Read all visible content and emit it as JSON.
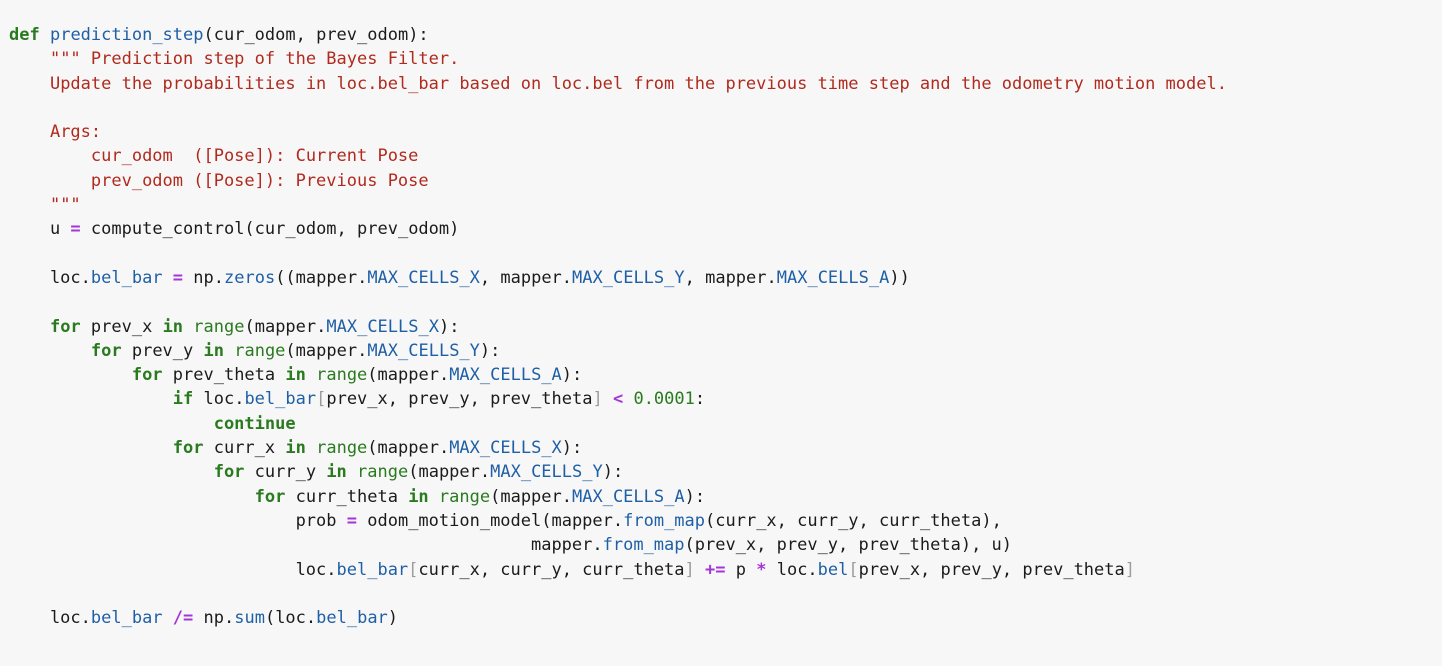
{
  "code": {
    "lines": [
      [
        {
          "t": "def",
          "c": "kw"
        },
        {
          "t": " ",
          "c": "text"
        },
        {
          "t": "prediction_step",
          "c": "def"
        },
        {
          "t": "(cur_odom, prev_odom):",
          "c": "text"
        }
      ],
      [
        {
          "t": "    ",
          "c": "text"
        },
        {
          "t": "\"\"\" Prediction step of the Bayes Filter.",
          "c": "str"
        }
      ],
      [
        {
          "t": "    ",
          "c": "text"
        },
        {
          "t": "Update the probabilities in loc.bel_bar based on loc.bel from the previous time step and the odometry motion model.",
          "c": "str"
        }
      ],
      [],
      [
        {
          "t": "    ",
          "c": "text"
        },
        {
          "t": "Args:",
          "c": "str"
        }
      ],
      [
        {
          "t": "        ",
          "c": "text"
        },
        {
          "t": "cur_odom  ([Pose]): Current Pose",
          "c": "str"
        }
      ],
      [
        {
          "t": "        ",
          "c": "text"
        },
        {
          "t": "prev_odom ([Pose]): Previous Pose",
          "c": "str"
        }
      ],
      [
        {
          "t": "    ",
          "c": "text"
        },
        {
          "t": "\"\"\"",
          "c": "str"
        }
      ],
      [
        {
          "t": "    u ",
          "c": "text"
        },
        {
          "t": "=",
          "c": "op"
        },
        {
          "t": " compute_control(cur_odom, prev_odom)",
          "c": "text"
        }
      ],
      [],
      [
        {
          "t": "    loc.",
          "c": "text"
        },
        {
          "t": "bel_bar",
          "c": "attr"
        },
        {
          "t": " ",
          "c": "text"
        },
        {
          "t": "=",
          "c": "op"
        },
        {
          "t": " np.",
          "c": "text"
        },
        {
          "t": "zeros",
          "c": "attr"
        },
        {
          "t": "((mapper.",
          "c": "text"
        },
        {
          "t": "MAX_CELLS_X",
          "c": "attr"
        },
        {
          "t": ", mapper.",
          "c": "text"
        },
        {
          "t": "MAX_CELLS_Y",
          "c": "attr"
        },
        {
          "t": ", mapper.",
          "c": "text"
        },
        {
          "t": "MAX_CELLS_A",
          "c": "attr"
        },
        {
          "t": "))",
          "c": "text"
        }
      ],
      [],
      [
        {
          "t": "    ",
          "c": "text"
        },
        {
          "t": "for",
          "c": "kw"
        },
        {
          "t": " prev_x ",
          "c": "text"
        },
        {
          "t": "in",
          "c": "kw"
        },
        {
          "t": " ",
          "c": "text"
        },
        {
          "t": "range",
          "c": "builtin"
        },
        {
          "t": "(mapper.",
          "c": "text"
        },
        {
          "t": "MAX_CELLS_X",
          "c": "attr"
        },
        {
          "t": "):",
          "c": "text"
        }
      ],
      [
        {
          "t": "        ",
          "c": "text"
        },
        {
          "t": "for",
          "c": "kw"
        },
        {
          "t": " prev_y ",
          "c": "text"
        },
        {
          "t": "in",
          "c": "kw"
        },
        {
          "t": " ",
          "c": "text"
        },
        {
          "t": "range",
          "c": "builtin"
        },
        {
          "t": "(mapper.",
          "c": "text"
        },
        {
          "t": "MAX_CELLS_Y",
          "c": "attr"
        },
        {
          "t": "):",
          "c": "text"
        }
      ],
      [
        {
          "t": "            ",
          "c": "text"
        },
        {
          "t": "for",
          "c": "kw"
        },
        {
          "t": " prev_theta ",
          "c": "text"
        },
        {
          "t": "in",
          "c": "kw"
        },
        {
          "t": " ",
          "c": "text"
        },
        {
          "t": "range",
          "c": "builtin"
        },
        {
          "t": "(mapper.",
          "c": "text"
        },
        {
          "t": "MAX_CELLS_A",
          "c": "attr"
        },
        {
          "t": "):",
          "c": "text"
        }
      ],
      [
        {
          "t": "                ",
          "c": "text"
        },
        {
          "t": "if",
          "c": "kw"
        },
        {
          "t": " loc.",
          "c": "text"
        },
        {
          "t": "bel_bar",
          "c": "attr"
        },
        {
          "t": "[",
          "c": "brk"
        },
        {
          "t": "prev_x, prev_y, prev_theta",
          "c": "text"
        },
        {
          "t": "]",
          "c": "brk"
        },
        {
          "t": " ",
          "c": "text"
        },
        {
          "t": "<",
          "c": "op"
        },
        {
          "t": " ",
          "c": "text"
        },
        {
          "t": "0.0001",
          "c": "num"
        },
        {
          "t": ":",
          "c": "text"
        }
      ],
      [
        {
          "t": "                    ",
          "c": "text"
        },
        {
          "t": "continue",
          "c": "kw"
        }
      ],
      [
        {
          "t": "                ",
          "c": "text"
        },
        {
          "t": "for",
          "c": "kw"
        },
        {
          "t": " curr_x ",
          "c": "text"
        },
        {
          "t": "in",
          "c": "kw"
        },
        {
          "t": " ",
          "c": "text"
        },
        {
          "t": "range",
          "c": "builtin"
        },
        {
          "t": "(mapper.",
          "c": "text"
        },
        {
          "t": "MAX_CELLS_X",
          "c": "attr"
        },
        {
          "t": "):",
          "c": "text"
        }
      ],
      [
        {
          "t": "                    ",
          "c": "text"
        },
        {
          "t": "for",
          "c": "kw"
        },
        {
          "t": " curr_y ",
          "c": "text"
        },
        {
          "t": "in",
          "c": "kw"
        },
        {
          "t": " ",
          "c": "text"
        },
        {
          "t": "range",
          "c": "builtin"
        },
        {
          "t": "(mapper.",
          "c": "text"
        },
        {
          "t": "MAX_CELLS_Y",
          "c": "attr"
        },
        {
          "t": "):",
          "c": "text"
        }
      ],
      [
        {
          "t": "                        ",
          "c": "text"
        },
        {
          "t": "for",
          "c": "kw"
        },
        {
          "t": " curr_theta ",
          "c": "text"
        },
        {
          "t": "in",
          "c": "kw"
        },
        {
          "t": " ",
          "c": "text"
        },
        {
          "t": "range",
          "c": "builtin"
        },
        {
          "t": "(mapper.",
          "c": "text"
        },
        {
          "t": "MAX_CELLS_A",
          "c": "attr"
        },
        {
          "t": "):",
          "c": "text"
        }
      ],
      [
        {
          "t": "                            prob ",
          "c": "text"
        },
        {
          "t": "=",
          "c": "op"
        },
        {
          "t": " odom_motion_model(mapper.",
          "c": "text"
        },
        {
          "t": "from_map",
          "c": "attr"
        },
        {
          "t": "(curr_x, curr_y, curr_theta),",
          "c": "text"
        }
      ],
      [
        {
          "t": "                                                   mapper.",
          "c": "text"
        },
        {
          "t": "from_map",
          "c": "attr"
        },
        {
          "t": "(prev_x, prev_y, prev_theta), u)",
          "c": "text"
        }
      ],
      [
        {
          "t": "                            loc.",
          "c": "text"
        },
        {
          "t": "bel_bar",
          "c": "attr"
        },
        {
          "t": "[",
          "c": "brk"
        },
        {
          "t": "curr_x, curr_y, curr_theta",
          "c": "text"
        },
        {
          "t": "]",
          "c": "brk"
        },
        {
          "t": " ",
          "c": "text"
        },
        {
          "t": "+=",
          "c": "op"
        },
        {
          "t": " p ",
          "c": "text"
        },
        {
          "t": "*",
          "c": "op"
        },
        {
          "t": " loc.",
          "c": "text"
        },
        {
          "t": "bel",
          "c": "attr"
        },
        {
          "t": "[",
          "c": "brk"
        },
        {
          "t": "prev_x, prev_y, prev_theta",
          "c": "text"
        },
        {
          "t": "]",
          "c": "brk"
        }
      ],
      [],
      [
        {
          "t": "    loc.",
          "c": "text"
        },
        {
          "t": "bel_bar",
          "c": "attr"
        },
        {
          "t": " ",
          "c": "text"
        },
        {
          "t": "/=",
          "c": "op"
        },
        {
          "t": " np.",
          "c": "text"
        },
        {
          "t": "sum",
          "c": "attr"
        },
        {
          "t": "(loc.",
          "c": "text"
        },
        {
          "t": "bel_bar",
          "c": "attr"
        },
        {
          "t": ")",
          "c": "text"
        }
      ]
    ]
  },
  "colors": {
    "background": "#f7f7f7",
    "keyword": "#2a7a1f",
    "function_name": "#1f5fa6",
    "string": "#b02a1e",
    "operator": "#a435d8",
    "attribute": "#1f5fa6",
    "number": "#2a7a1f",
    "text": "#1b1b1b",
    "bracket": "#9c9c9c"
  }
}
